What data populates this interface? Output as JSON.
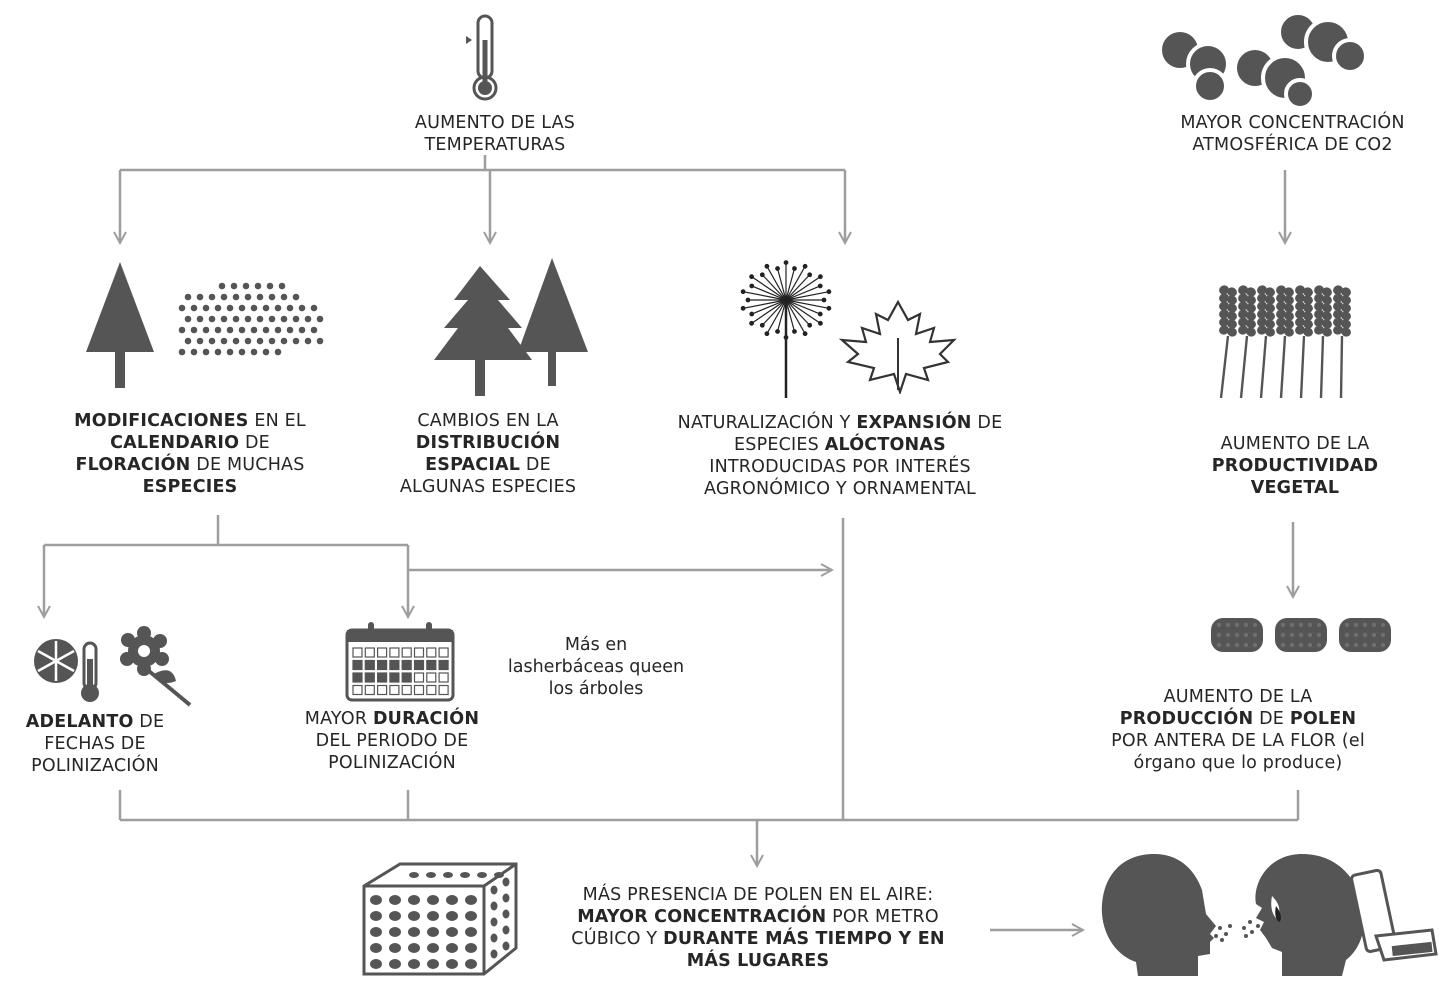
{
  "diagram": {
    "temperature": {
      "lines": [
        [
          {
            "t": "AUMENTO DE LAS",
            "b": false
          }
        ],
        [
          {
            "t": "TEMPERATURAS",
            "b": false
          }
        ]
      ]
    },
    "co2": {
      "lines": [
        [
          {
            "t": "MAYOR CONCENTRACIÓN",
            "b": false
          }
        ],
        [
          {
            "t": "ATMOSFÉRICA DE CO2",
            "b": false
          }
        ]
      ]
    },
    "flowering": {
      "lines": [
        [
          {
            "t": "MODIFICACIONES",
            "b": true
          },
          {
            "t": " EN EL",
            "b": false
          }
        ],
        [
          {
            "t": "CALENDARIO",
            "b": true
          },
          {
            "t": " DE",
            "b": false
          }
        ],
        [
          {
            "t": "FLORACIÓN",
            "b": true
          },
          {
            "t": " DE MUCHAS",
            "b": false
          }
        ],
        [
          {
            "t": "ESPECIES",
            "b": true
          }
        ]
      ]
    },
    "distribution": {
      "lines": [
        [
          {
            "t": "CAMBIOS EN LA",
            "b": false
          }
        ],
        [
          {
            "t": "DISTRIBUCIÓN",
            "b": true
          }
        ],
        [
          {
            "t": "ESPACIAL",
            "b": true
          },
          {
            "t": " DE",
            "b": false
          }
        ],
        [
          {
            "t": "ALGUNAS  ESPECIES",
            "b": false
          }
        ]
      ]
    },
    "naturalization": {
      "lines": [
        [
          {
            "t": "NATURALIZACIÓN Y ",
            "b": false
          },
          {
            "t": "EXPANSIÓN",
            "b": true
          },
          {
            "t": " DE",
            "b": false
          }
        ],
        [
          {
            "t": "ESPECIES ",
            "b": false
          },
          {
            "t": "ALÓCTONAS",
            "b": true
          }
        ],
        [
          {
            "t": "INTRODUCIDAS POR INTERÉS",
            "b": false
          }
        ],
        [
          {
            "t": "AGRONÓMICO Y ORNAMENTAL",
            "b": false
          }
        ]
      ]
    },
    "productivity": {
      "lines": [
        [
          {
            "t": "AUMENTO DE LA",
            "b": false
          }
        ],
        [
          {
            "t": "PRODUCTIVIDAD",
            "b": true
          }
        ],
        [
          {
            "t": "VEGETAL",
            "b": true
          }
        ]
      ]
    },
    "advance": {
      "lines": [
        [
          {
            "t": "ADELANTO",
            "b": true
          },
          {
            "t": " DE",
            "b": false
          }
        ],
        [
          {
            "t": "FECHAS DE",
            "b": false
          }
        ],
        [
          {
            "t": "POLINIZACIÓN",
            "b": false
          }
        ]
      ]
    },
    "duration": {
      "lines": [
        [
          {
            "t": "MAYOR ",
            "b": false
          },
          {
            "t": "DURACIÓN",
            "b": true
          }
        ],
        [
          {
            "t": "DEL PERIODO DE",
            "b": false
          }
        ],
        [
          {
            "t": "POLINIZACIÓN",
            "b": false
          }
        ]
      ]
    },
    "herbaceous_note": {
      "lines": [
        [
          {
            "t": "Más en las",
            "b": false
          }
        ],
        [
          {
            "t": "herbáceas que",
            "b": false
          }
        ],
        [
          {
            "t": "en los árboles",
            "b": false
          }
        ]
      ]
    },
    "pollen_production": {
      "lines": [
        [
          {
            "t": "AUMENTO DE LA",
            "b": false
          }
        ],
        [
          {
            "t": "PRODUCCIÓN",
            "b": true
          },
          {
            "t": " DE ",
            "b": false
          },
          {
            "t": "POLEN",
            "b": true
          }
        ],
        [
          {
            "t": "POR ANTERA DE LA FLOR (el",
            "b": false
          }
        ],
        [
          {
            "t": "órgano que lo produce)",
            "b": false
          }
        ]
      ]
    },
    "air_pollen": {
      "lines": [
        [
          {
            "t": "MÁS PRESENCIA DE POLEN EN EL AIRE:",
            "b": false
          }
        ],
        [
          {
            "t": "MAYOR CONCENTRACIÓN",
            "b": true
          },
          {
            "t": " POR METRO",
            "b": false
          }
        ],
        [
          {
            "t": "CÚBICO Y ",
            "b": false
          },
          {
            "t": "DURANTE MÁS TIEMPO Y EN",
            "b": true
          }
        ],
        [
          {
            "t": "MÁS LUGARES",
            "b": true
          }
        ]
      ]
    },
    "colors": {
      "icon": "#555555",
      "arrow": "#9e9e9e",
      "text": "#262626"
    }
  }
}
